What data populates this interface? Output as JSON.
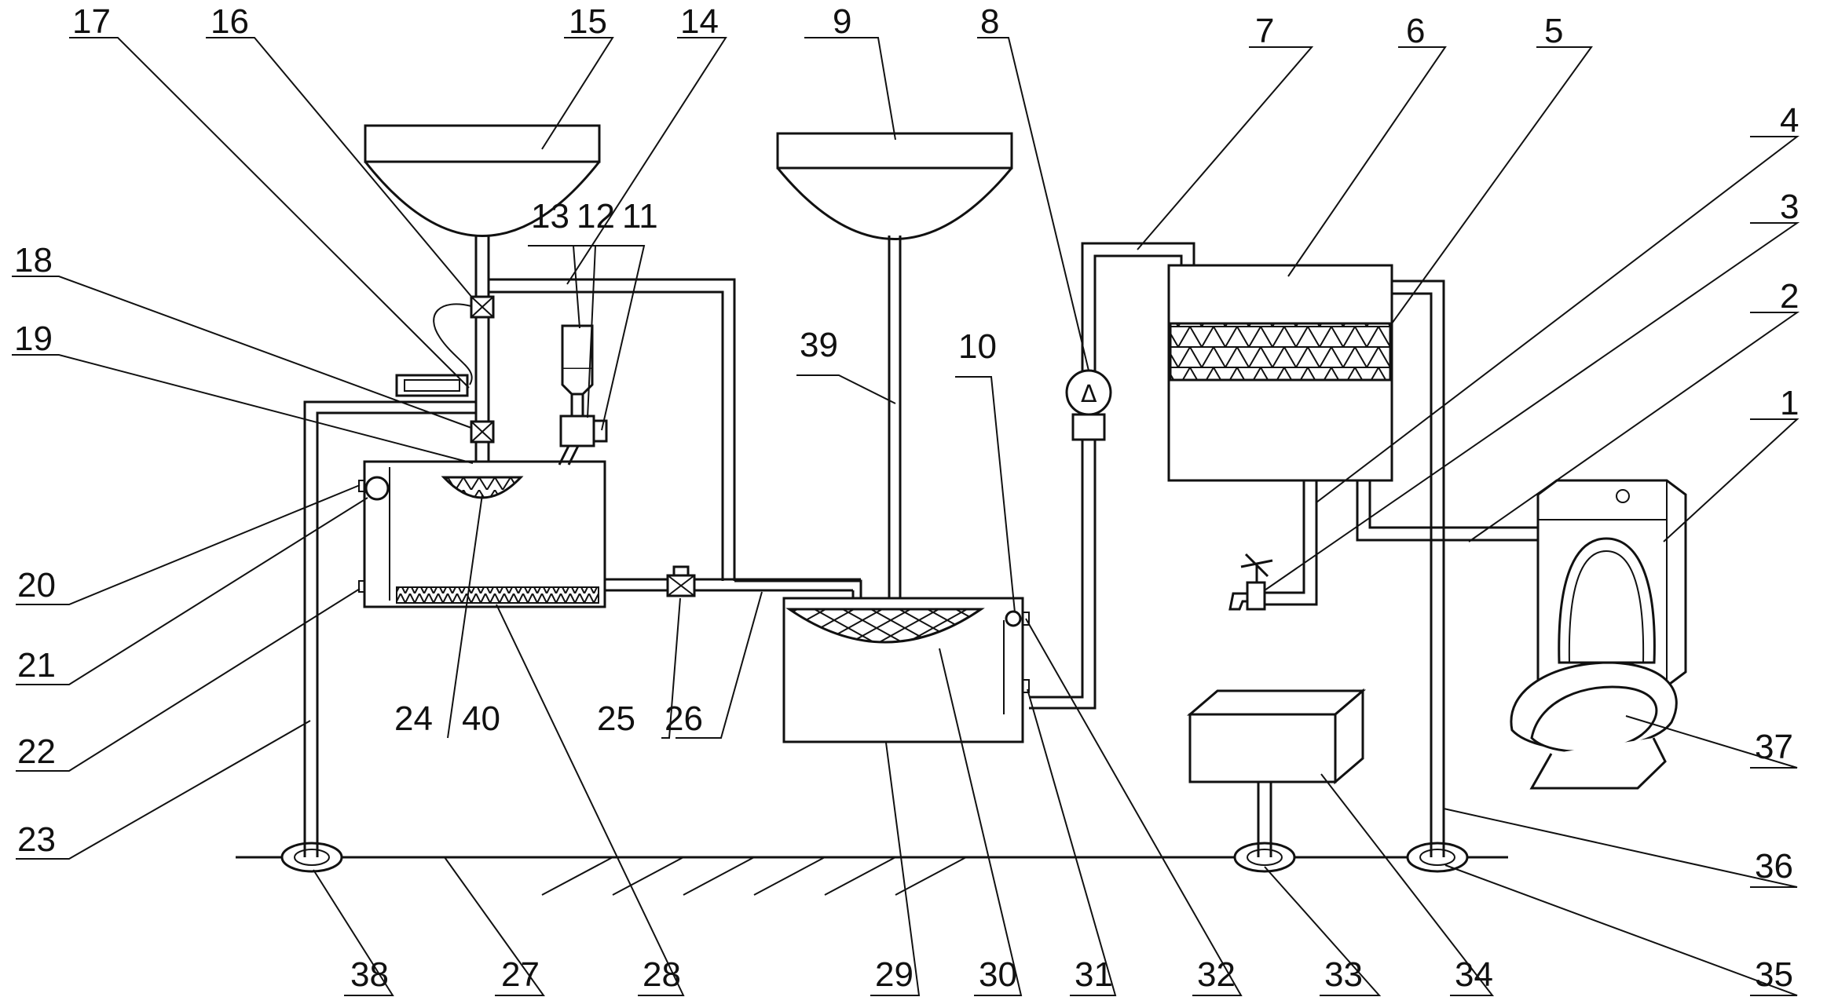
{
  "diagram": {
    "labels": {
      "l1": "1",
      "l2": "2",
      "l3": "3",
      "l4": "4",
      "l5": "5",
      "l6": "6",
      "l7": "7",
      "l8": "8",
      "l9": "9",
      "l10": "10",
      "l11": "11",
      "l12": "12",
      "l13": "13",
      "l14": "14",
      "l15": "15",
      "l16": "16",
      "l17": "17",
      "l18": "18",
      "l19": "19",
      "l20": "20",
      "l21": "21",
      "l22": "22",
      "l23": "23",
      "l24": "24",
      "l25": "25",
      "l26": "26",
      "l27": "27",
      "l28": "28",
      "l29": "29",
      "l30": "30",
      "l31": "31",
      "l32": "32",
      "l33": "33",
      "l34": "34",
      "l35": "35",
      "l36": "36",
      "l37": "37",
      "l38": "38",
      "l39": "39",
      "l40": "40"
    },
    "pump_symbol": "Δ"
  }
}
